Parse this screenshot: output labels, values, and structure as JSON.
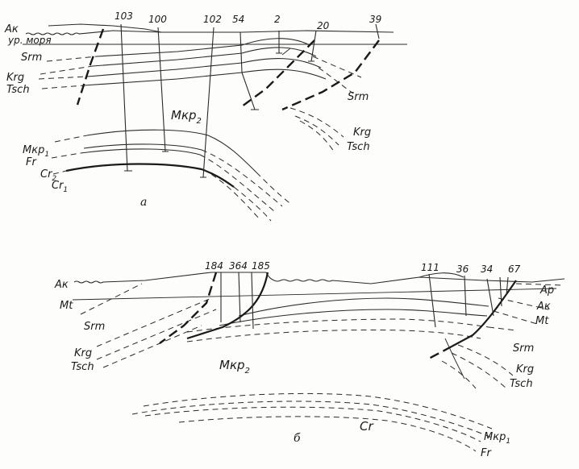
{
  "figure": {
    "panel_a": {
      "panel_label": "a",
      "wells": [
        "103",
        "100",
        "102",
        "54",
        "2",
        "20",
        "39"
      ],
      "labels": {
        "ak": "Ак",
        "sea_level": "ур. моря",
        "srm": "Srm",
        "krg": "Krg",
        "tsch": "Tsch",
        "mkp2": "Мкр",
        "mkp2_sub": "2",
        "srm_right": "Srm",
        "krg_right": "Krg",
        "tsch_right": "Tsch",
        "mkp1": "Мкр",
        "mkp1_sub": "1",
        "fr": "Fr",
        "cr2": "Cr",
        "cr2_sub": "2",
        "cr1": "Cr",
        "cr1_sub": "1"
      }
    },
    "panel_b": {
      "panel_label": "б",
      "wells": [
        "184",
        "364",
        "185",
        "111",
        "36",
        "34",
        "67"
      ],
      "labels": {
        "ak": "Ак",
        "mt": "Mt",
        "srm": "Srm",
        "krg": "Krg",
        "tsch": "Tsch",
        "mkp2": "Мкр",
        "mkp2_sub": "2",
        "ap": "Ap",
        "ak_right": "Ак",
        "mt_right": "Mt",
        "srm_right": "Srm",
        "krg_right": "Krg",
        "tsch_right": "Tsch",
        "cr": "Cr",
        "mkp1": "Мкр",
        "mkp1_sub": "1",
        "fr": "Fr"
      }
    }
  }
}
